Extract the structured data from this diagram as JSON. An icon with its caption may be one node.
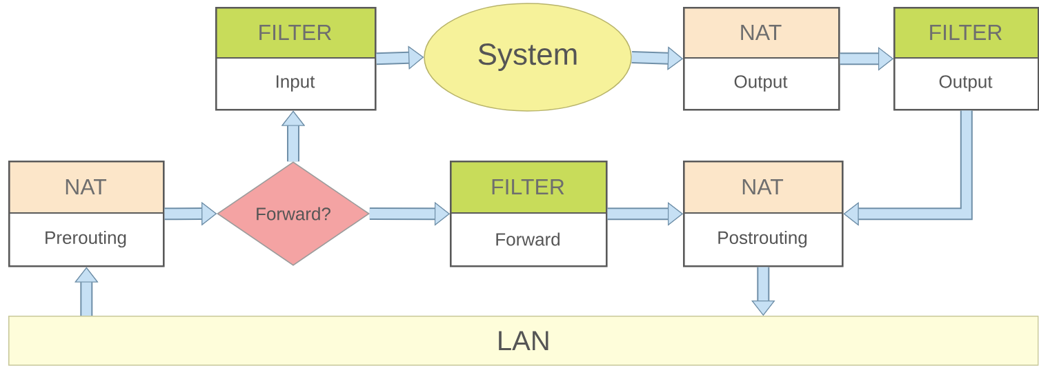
{
  "diagram": {
    "nodes": [
      {
        "text": [
          "FILTER",
          "Input"
        ]
      },
      {
        "text": [
          "System"
        ]
      },
      {
        "text": [
          "NAT",
          "Output"
        ]
      },
      {
        "text": [
          "FILTER",
          "Output"
        ]
      },
      {
        "text": [
          "NAT",
          "Prerouting"
        ]
      },
      {
        "text": [
          "Forward?"
        ]
      },
      {
        "text": [
          "FILTER",
          "Forward"
        ]
      },
      {
        "text": [
          "NAT",
          "Postrouting"
        ]
      },
      {
        "text": [
          "LAN"
        ]
      }
    ],
    "edges": [
      {
        "from": 8,
        "to": 4,
        "arrow": "to"
      },
      {
        "from": 4,
        "to": 5,
        "arrow": "to"
      },
      {
        "from": 5,
        "to": 0,
        "arrow": "to"
      },
      {
        "from": 5,
        "to": 6,
        "arrow": "to"
      },
      {
        "from": 0,
        "to": 1,
        "arrow": "to"
      },
      {
        "from": 1,
        "to": 2,
        "arrow": "to"
      },
      {
        "from": 2,
        "to": 3,
        "arrow": "to"
      },
      {
        "from": 3,
        "to": 7,
        "arrow": "to"
      },
      {
        "from": 6,
        "to": 7,
        "arrow": "to"
      },
      {
        "from": 7,
        "to": 8,
        "arrow": "to"
      }
    ]
  }
}
